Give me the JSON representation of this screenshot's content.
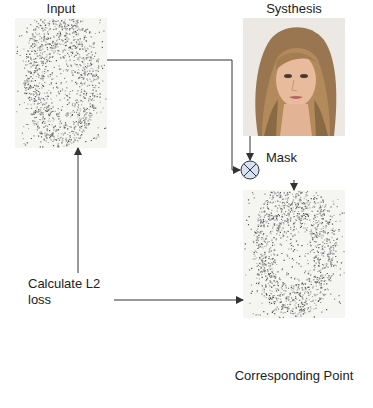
{
  "diagram": {
    "nodes": [
      {
        "text": [
          "Input"
        ]
      },
      {
        "text": [
          "Systhesis"
        ]
      },
      {
        "text": [
          "Mask"
        ]
      },
      {
        "text": [
          "Corresponding Point"
        ]
      },
      {
        "text": [
          "Calculate L2 loss"
        ]
      }
    ],
    "edges": [
      {
        "from": 0,
        "to": 2,
        "arrow": "to"
      },
      {
        "from": 1,
        "to": 2,
        "arrow": "to"
      },
      {
        "from": 2,
        "to": 3,
        "arrow": "to"
      },
      {
        "from": 4,
        "to": 0,
        "arrow": "to"
      },
      {
        "from": 4,
        "to": 3,
        "arrow": "to"
      }
    ]
  }
}
